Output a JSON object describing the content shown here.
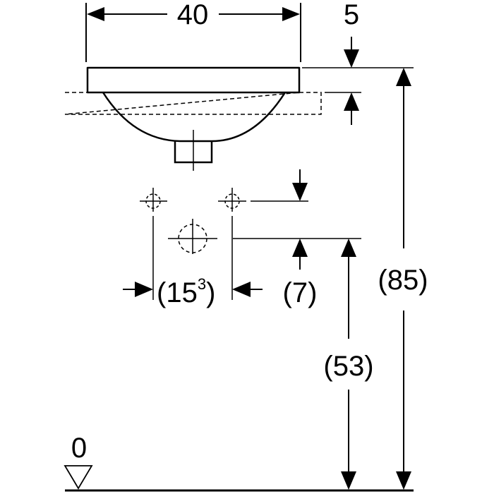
{
  "drawing": {
    "stroke_color": "#000000",
    "background": "#ffffff"
  },
  "dimensions": {
    "width_top": "40",
    "rim_thickness": "5",
    "overall_height": "(85)",
    "drain_height": "(53)",
    "tap_offset": "(7)",
    "tap_spacing_base": "(15",
    "tap_spacing_sup": "3",
    "tap_spacing_close": ")",
    "floor_level": "0"
  }
}
